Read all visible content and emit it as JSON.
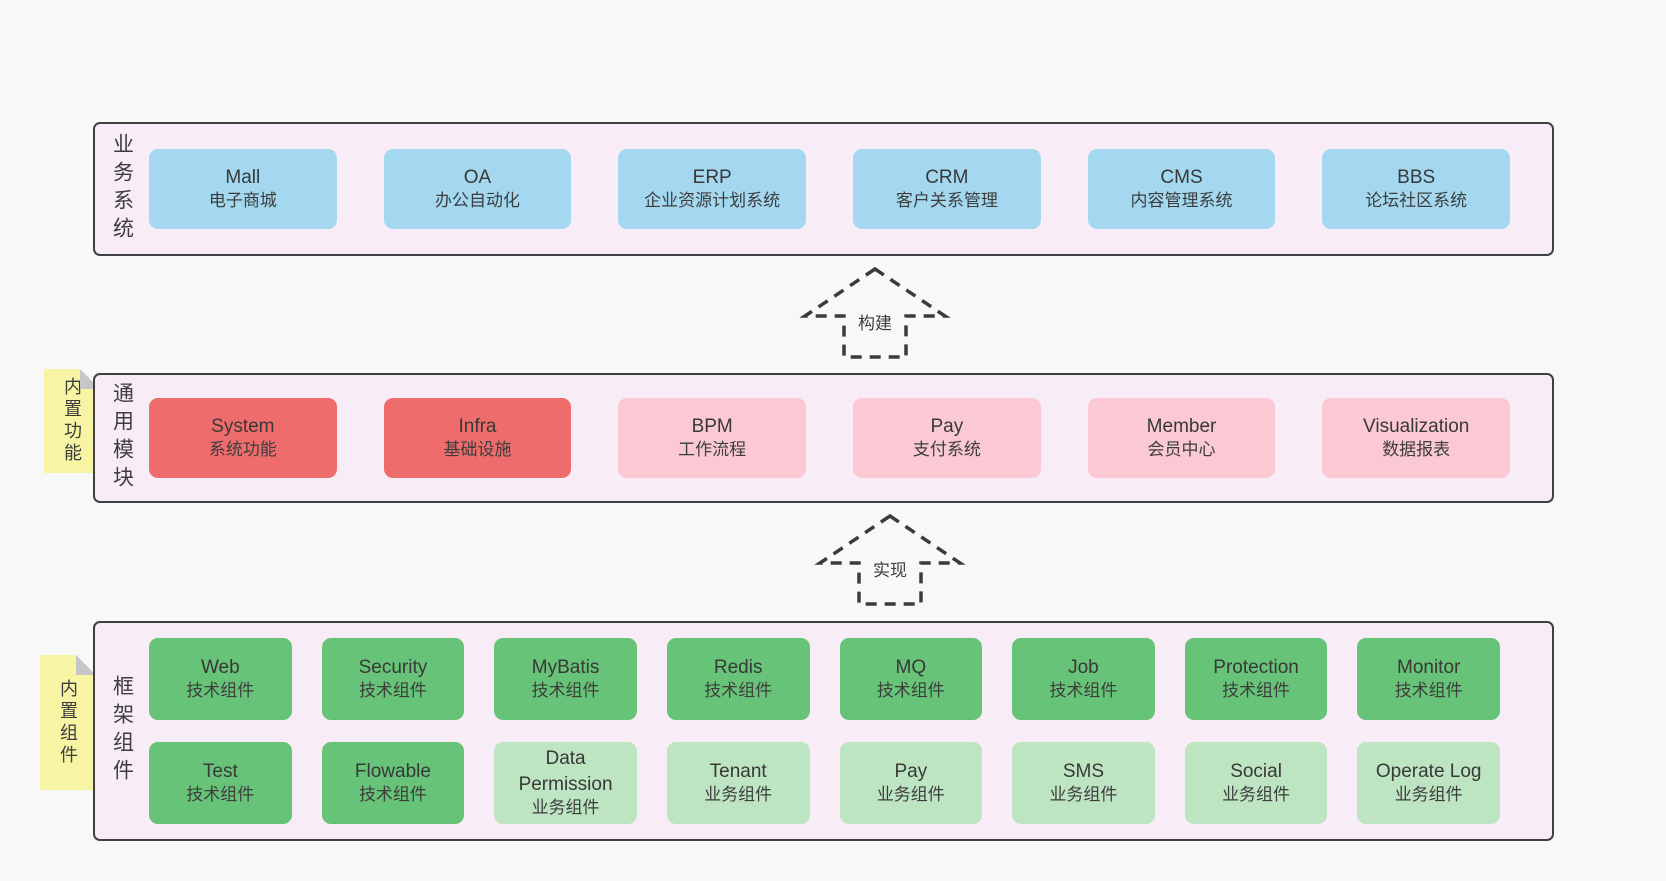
{
  "colors": {
    "page_bg": "#f8f8f8",
    "panel_bg": "#f8edf7",
    "panel_border": "#404040",
    "business_box_blue": "#a3d8f0",
    "module_box_red": "#ee6c6c",
    "module_box_pink": "#fac9d3",
    "component_box_green": "#67c377",
    "component_box_light_green": "#bde5c1",
    "sticky_yellow": "#f7f5a4",
    "sticky_fold_gray": "#c6c6c6",
    "text": "#3d3d3d"
  },
  "arrows": [
    {
      "label": "构建"
    },
    {
      "label": "实现"
    }
  ],
  "panels": [
    {
      "label": "业务系统",
      "boxes": [
        {
          "name": "Mall",
          "desc": "电子商城"
        },
        {
          "name": "OA",
          "desc": "办公自动化"
        },
        {
          "name": "ERP",
          "desc": "企业资源计划系统"
        },
        {
          "name": "CRM",
          "desc": "客户关系管理"
        },
        {
          "name": "CMS",
          "desc": "内容管理系统"
        },
        {
          "name": "BBS",
          "desc": "论坛社区系统"
        }
      ]
    },
    {
      "label": "通用模块",
      "sticky": "内置功能",
      "boxes": [
        {
          "name": "System",
          "desc": "系统功能"
        },
        {
          "name": "Infra",
          "desc": "基础设施"
        },
        {
          "name": "BPM",
          "desc": "工作流程"
        },
        {
          "name": "Pay",
          "desc": "支付系统"
        },
        {
          "name": "Member",
          "desc": "会员中心"
        },
        {
          "name": "Visualization",
          "desc": "数据报表"
        }
      ]
    },
    {
      "label": "框架组件",
      "sticky": "内置组件",
      "rows": [
        [
          {
            "name": "Web",
            "desc": "技术组件"
          },
          {
            "name": "Security",
            "desc": "技术组件"
          },
          {
            "name": "MyBatis",
            "desc": "技术组件"
          },
          {
            "name": "Redis",
            "desc": "技术组件"
          },
          {
            "name": "MQ",
            "desc": "技术组件"
          },
          {
            "name": "Job",
            "desc": "技术组件"
          },
          {
            "name": "Protection",
            "desc": "技术组件"
          },
          {
            "name": "Monitor",
            "desc": "技术组件"
          }
        ],
        [
          {
            "name": "Test",
            "desc": "技术组件"
          },
          {
            "name": "Flowable",
            "desc": "技术组件"
          },
          {
            "name": "Data Permission",
            "desc": "业务组件"
          },
          {
            "name": "Tenant",
            "desc": "业务组件"
          },
          {
            "name": "Pay",
            "desc": "业务组件"
          },
          {
            "name": "SMS",
            "desc": "业务组件"
          },
          {
            "name": "Social",
            "desc": "业务组件"
          },
          {
            "name": "Operate Log",
            "desc": "业务组件"
          }
        ]
      ]
    }
  ]
}
